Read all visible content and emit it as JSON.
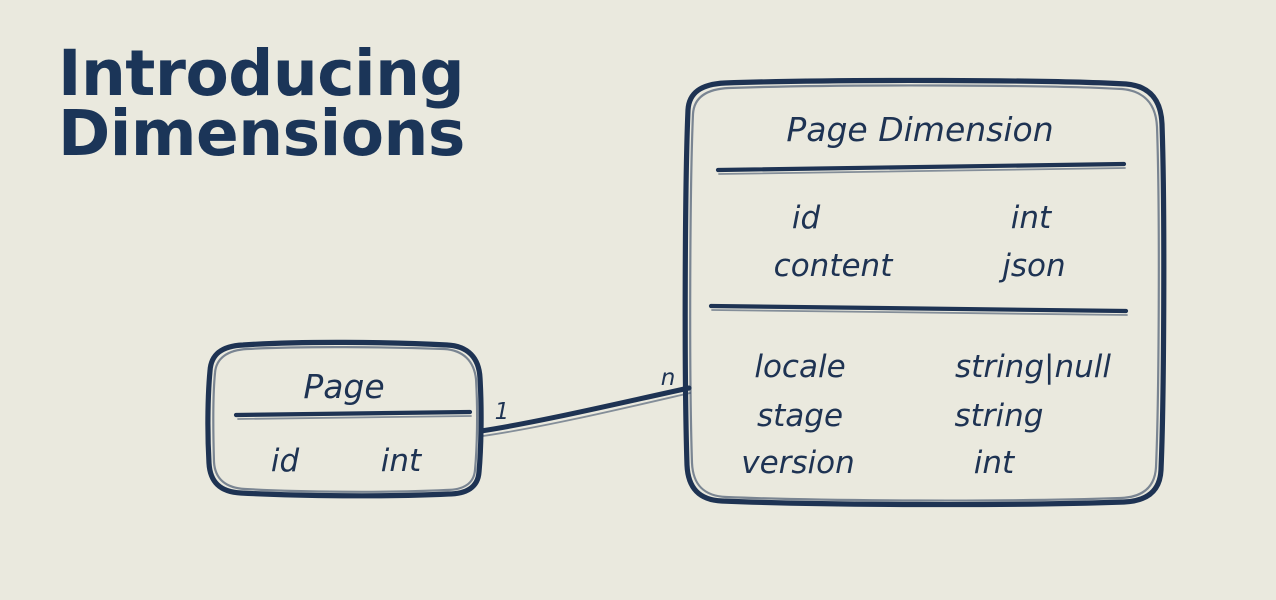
{
  "page": {
    "background_color": "#eae9de",
    "ink_color": "#1e3353",
    "headline_color": "#1b3558"
  },
  "headline": {
    "text": "Introducing\nDimensions"
  },
  "diagram": {
    "type": "entity-relationship",
    "entities": [
      {
        "id": "page",
        "title": "Page",
        "sections": [
          {
            "fields": [
              {
                "name": "id",
                "type": "int"
              }
            ]
          }
        ]
      },
      {
        "id": "page-dimension",
        "title": "Page Dimension",
        "sections": [
          {
            "fields": [
              {
                "name": "id",
                "type": "int"
              },
              {
                "name": "content",
                "type": "json"
              }
            ]
          },
          {
            "fields": [
              {
                "name": "locale",
                "type": "string|null"
              },
              {
                "name": "stage",
                "type": "string"
              },
              {
                "name": "version",
                "type": "int"
              }
            ]
          }
        ]
      }
    ],
    "relationship": {
      "from_entity": "page",
      "to_entity": "page-dimension",
      "from_cardinality": "1",
      "to_cardinality": "n"
    }
  }
}
